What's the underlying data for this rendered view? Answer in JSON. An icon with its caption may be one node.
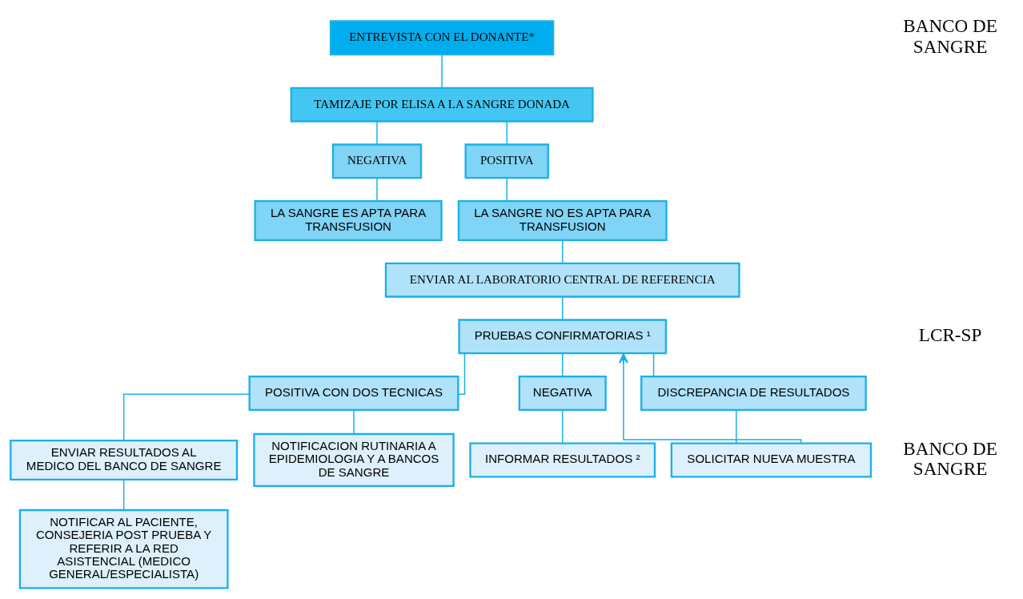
{
  "diagram": {
    "nodes": [
      {
        "text": [
          "ENTREVISTA CON EL DONANTE*"
        ]
      },
      {
        "text": [
          "TAMIZAJE POR ELISA A LA SANGRE DONADA"
        ]
      },
      {
        "text": [
          "NEGATIVA"
        ]
      },
      {
        "text": [
          "POSITIVA"
        ]
      },
      {
        "text": [
          "LA SANGRE ES APTA PARA TRANSFUSION"
        ]
      },
      {
        "text": [
          "LA SANGRE NO ES APTA PARA TRANSFUSION"
        ]
      },
      {
        "text": [
          "ENVIAR AL LABORATORIO CENTRAL DE REFERENCIA"
        ]
      },
      {
        "text": [
          "PRUEBAS CONFIRMATORIAS ¹"
        ]
      },
      {
        "text": [
          "POSITIVA CON DOS TECNICAS"
        ]
      },
      {
        "text": [
          "NEGATIVA"
        ]
      },
      {
        "text": [
          "DISCREPANCIA DE RESULTADOS"
        ]
      },
      {
        "text": [
          "ENVIAR RESULTADOS AL MEDICO DEL BANCO DE SANGRE"
        ]
      },
      {
        "text": [
          "NOTIFICACION RUTINARIA A EPIDEMIOLOGIA Y A BANCOS DE SANGRE"
        ]
      },
      {
        "text": [
          "SOLICITAR NUEVA MUESTRA"
        ]
      },
      {
        "text": [
          "NOTIFICAR AL PACIENTE, CONSEJERIA POST PRUEBA Y REFERIR A LA RED ASISTENCIAL (MEDICO GENERAL/ESPECIALISTA)"
        ]
      },
      {
        "text": [
          "INFORMAR RESULTADOS ²"
        ]
      }
    ],
    "edges": [
      {
        "from": 0,
        "to": 1,
        "arrow": "none"
      },
      {
        "from": 1,
        "to": 2,
        "arrow": "none"
      },
      {
        "from": 1,
        "to": 3,
        "arrow": "none"
      },
      {
        "from": 2,
        "to": 4,
        "arrow": "none"
      },
      {
        "from": 3,
        "to": 5,
        "arrow": "none"
      },
      {
        "from": 5,
        "to": 6,
        "arrow": "none"
      },
      {
        "from": 6,
        "to": 7,
        "arrow": "none"
      },
      {
        "from": 7,
        "to": 8,
        "arrow": "none"
      },
      {
        "from": 7,
        "to": 9,
        "arrow": "none"
      },
      {
        "from": 7,
        "to": 10,
        "arrow": "none"
      },
      {
        "from": 8,
        "to": 11,
        "arrow": "none"
      },
      {
        "from": 8,
        "to": 12,
        "arrow": "none"
      },
      {
        "from": 10,
        "to": 13,
        "arrow": "none"
      },
      {
        "from": 11,
        "to": 14,
        "arrow": "none"
      },
      {
        "from": 9,
        "to": 15,
        "arrow": "none"
      },
      {
        "from": 13,
        "to": 7,
        "arrow": "to"
      }
    ],
    "labels": [
      "BANCO DE SANGRE",
      "LCR-SP",
      "BANCO DE SANGRE"
    ]
  }
}
